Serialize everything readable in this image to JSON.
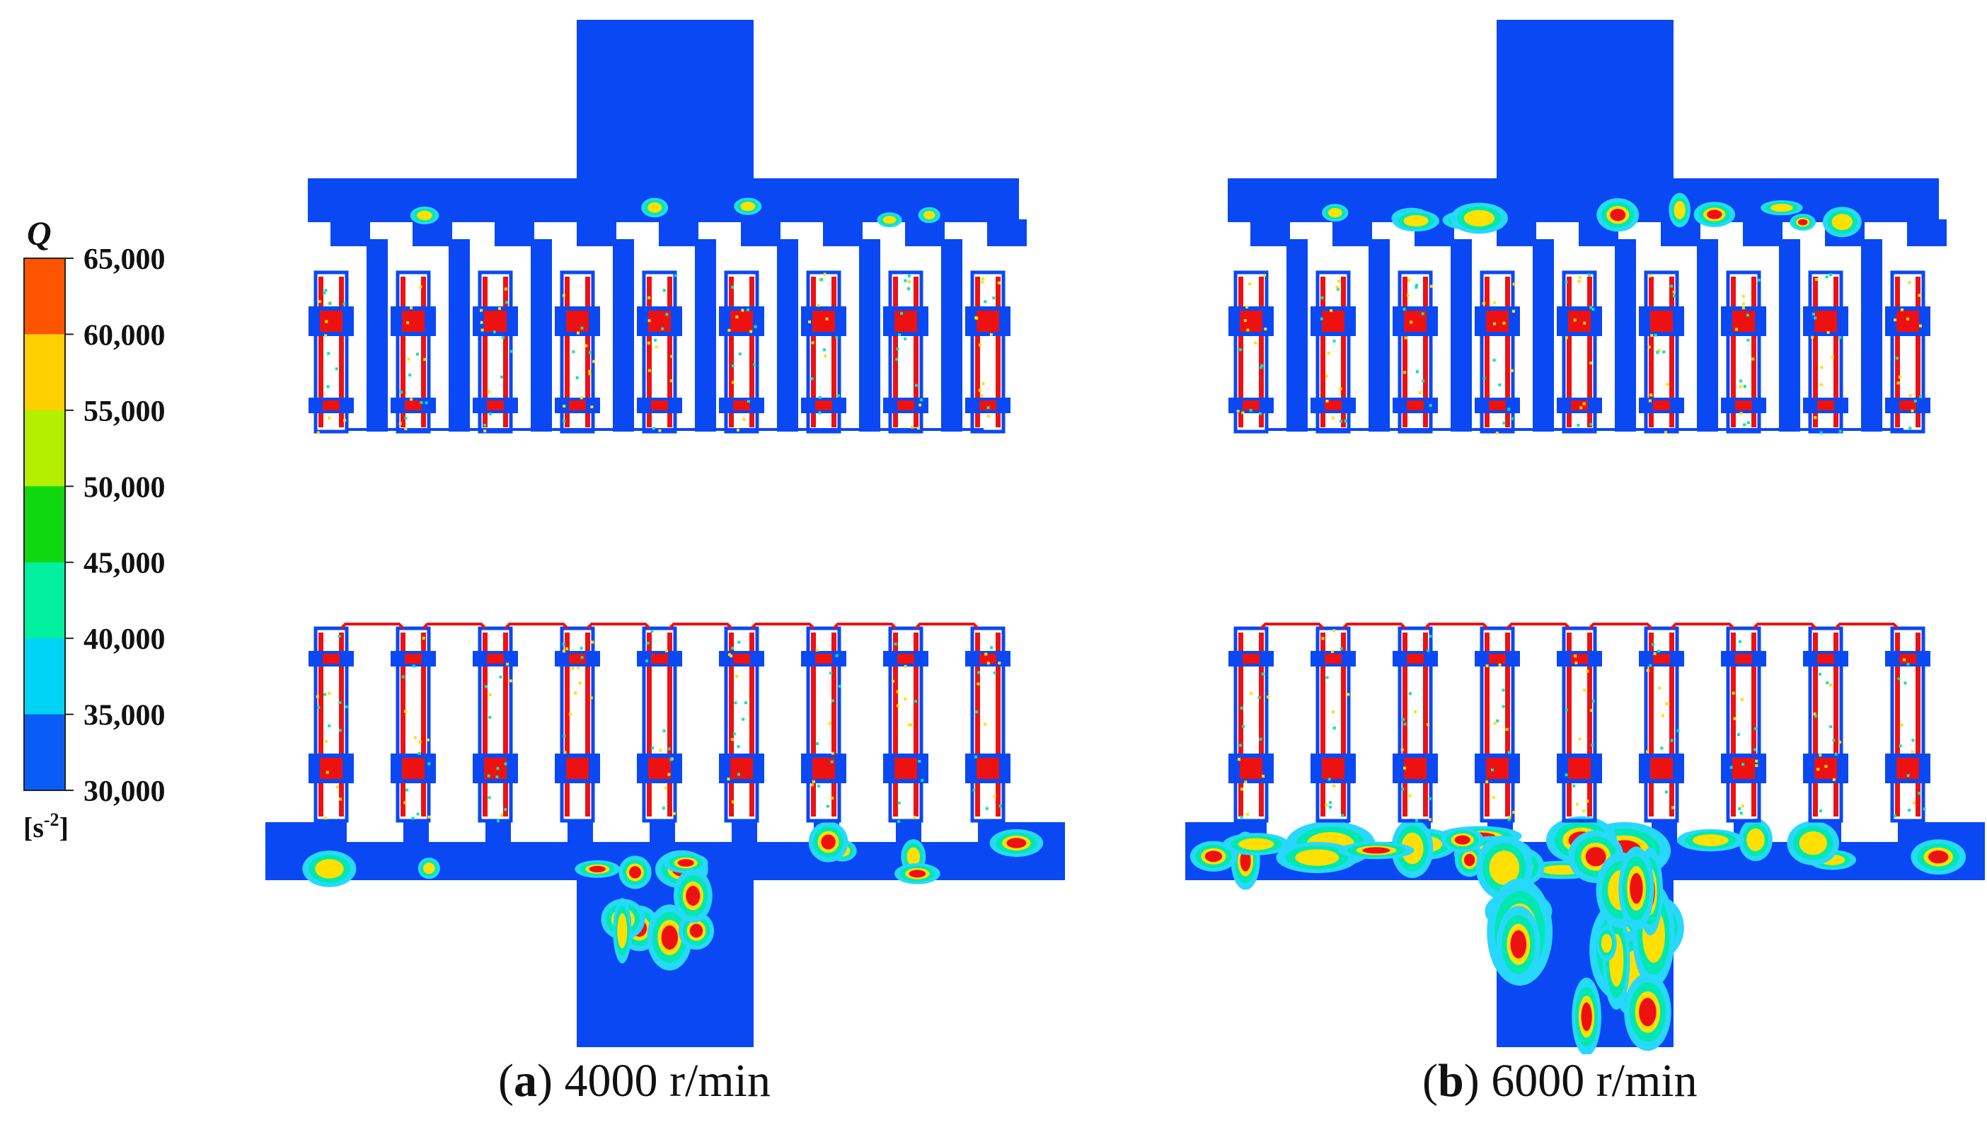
{
  "legend": {
    "variable": "Q",
    "unit": "[s-2]",
    "unit_base": "[s",
    "unit_exp": "-2",
    "unit_close": "]",
    "ticks": [
      "65,000",
      "60,000",
      "55,000",
      "50,000",
      "45,000",
      "40,000",
      "35,000",
      "30,000"
    ],
    "bands": [
      "#ff5500",
      "#ffd000",
      "#b4ee00",
      "#10d810",
      "#00f0a0",
      "#00d4f4",
      "#0a5cf6"
    ]
  },
  "colors": {
    "fluid": "#0a48f4",
    "high": "#ee1111",
    "mid": "#00e8b0",
    "yellow": "#ffe000",
    "background": "#ffffff"
  },
  "panels": [
    {
      "id": "a",
      "letter": "a",
      "speed": "4000 r/min",
      "intensity": 0.25
    },
    {
      "id": "b",
      "letter": "b",
      "speed": "6000 r/min",
      "intensity": 1.0
    }
  ]
}
